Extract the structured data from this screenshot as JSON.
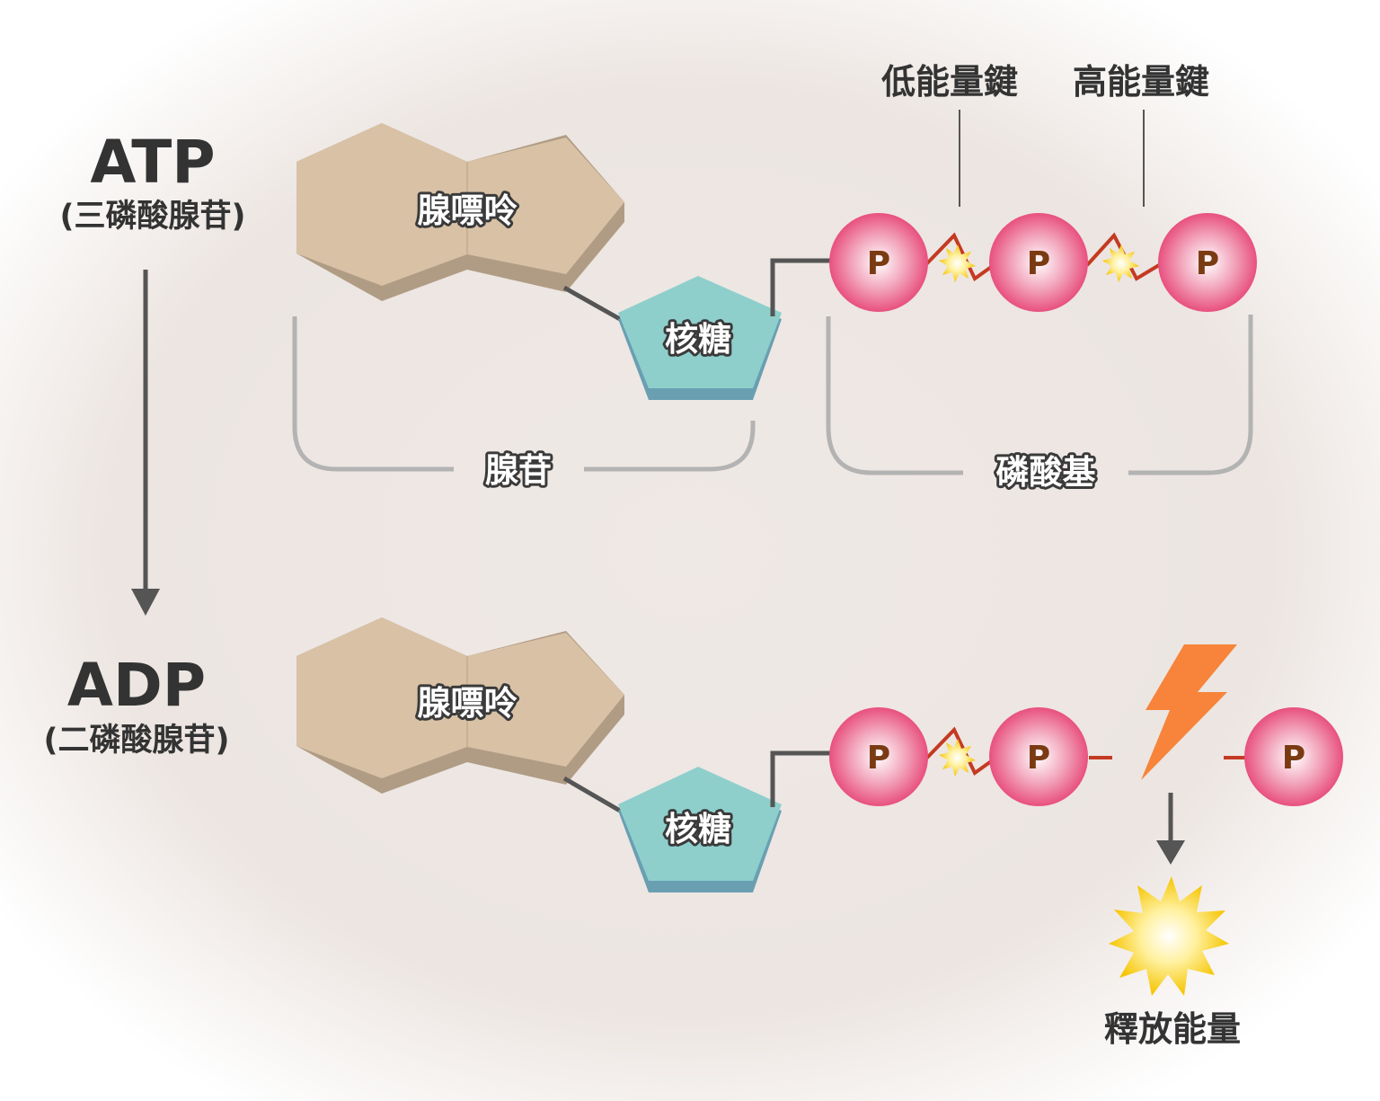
{
  "atp": {
    "name": "ATP",
    "fullname": "(三磷酸腺苷)",
    "adenine_label": "腺嘌呤",
    "ribose_label": "核糖",
    "phosphates": [
      "P",
      "P",
      "P"
    ]
  },
  "adp": {
    "name": "ADP",
    "fullname": "(二磷酸腺苷)",
    "adenine_label": "腺嘌呤",
    "ribose_label": "核糖",
    "phosphates": [
      "P",
      "P"
    ],
    "released_phosphate": "P"
  },
  "groups": {
    "adenosine": "腺苷",
    "phosphate_group": "磷酸基"
  },
  "bonds": {
    "low_energy": "低能量鍵",
    "high_energy": "高能量鍵"
  },
  "energy": {
    "release_label": "釋放能量"
  },
  "colors": {
    "background_center": "#efe9e5",
    "adenine": "#d8c1a5",
    "adenine_shadow": "#b09c84",
    "ribose": "#8ecfcc",
    "ribose_shadow": "#6a9fb2",
    "phosphate": "#e95a85",
    "high_energy_bond": "#c43a22",
    "starburst": "#ffd23a",
    "lightning": "#f7843a",
    "text": "#333333",
    "bracket": "#b3b3b3"
  }
}
